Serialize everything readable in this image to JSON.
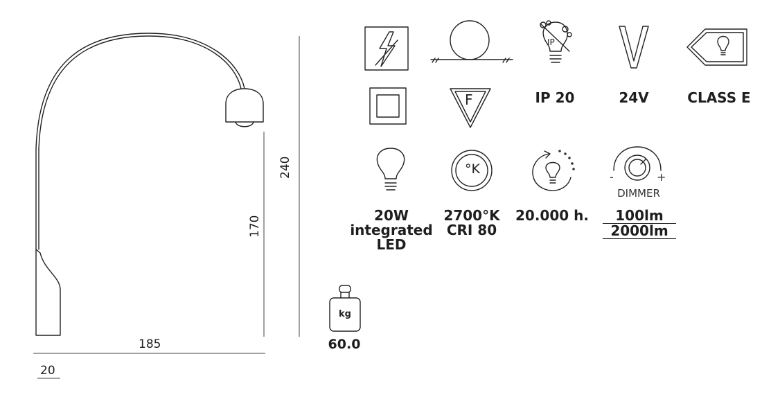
{
  "dimensions": {
    "height_total": "240",
    "height_base": "170",
    "reach": "185",
    "base_width": "20"
  },
  "ratings": {
    "ip": "IP 20",
    "voltage": "24V",
    "energy_class": "CLASS E",
    "ip_icon_text": "IP",
    "flammability_icon_text": "F",
    "energy_icon_text": ""
  },
  "specs": {
    "power_lines": [
      "20W",
      "integrated",
      "LED"
    ],
    "color_temp_lines": [
      "2700°K",
      "CRI 80"
    ],
    "kelvin_icon_text": "°K",
    "lifetime": "20.000 h.",
    "dimmer_label": "DIMMER",
    "dimmer_min": "-",
    "dimmer_max": "+",
    "lumen_min": "100lm",
    "lumen_max": "2000lm"
  },
  "weight": {
    "unit": "kg",
    "value": "60.0"
  }
}
